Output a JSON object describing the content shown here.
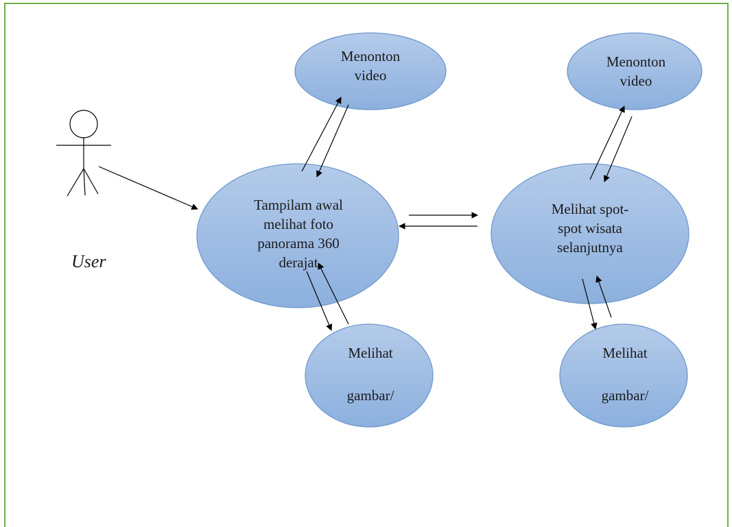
{
  "actor": {
    "label": "User"
  },
  "use_cases": {
    "main": "Tampilam awal\nmelihat foto\npanorama 360\nderajat",
    "video_left": "Menonton\nvideo",
    "image_left_line1": "Melihat",
    "image_left_line2": "gambar/",
    "spots": "Melihat spot-\nspot wisata\nselanjutnya",
    "video_right": "Menonton\nvideo",
    "image_right_line1": "Melihat",
    "image_right_line2": "gambar/"
  },
  "colors": {
    "frame_border": "#70ad47",
    "ellipse_fill_top": "#b4cbea",
    "ellipse_fill_bottom": "#8cb0de",
    "ellipse_stroke": "#6f98cc",
    "line": "#000000"
  }
}
